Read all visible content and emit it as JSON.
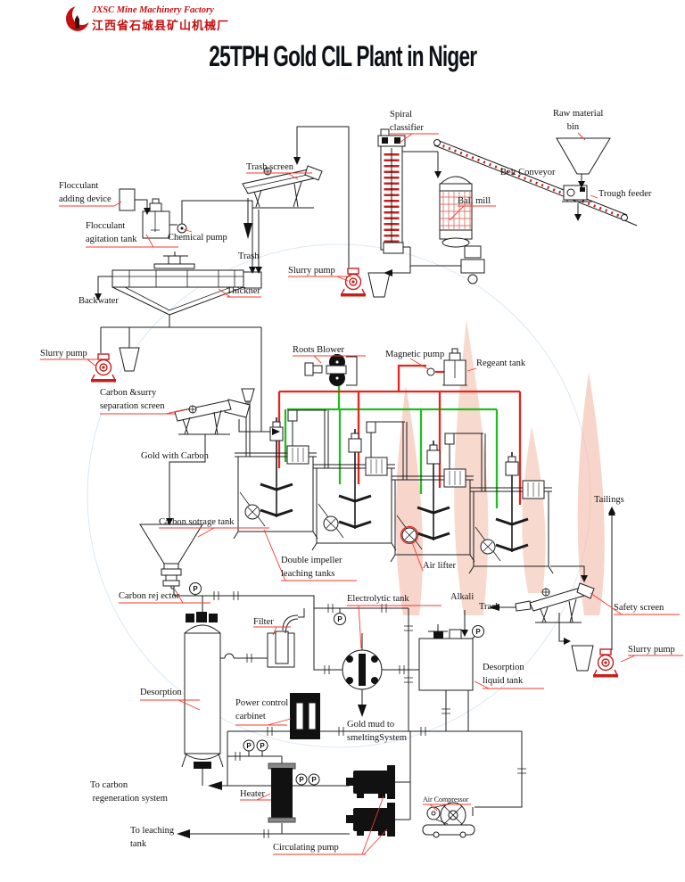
{
  "page": {
    "title_text": "25TPH Gold CIL Plant in Niger"
  },
  "logo": {
    "name_en": "JXSC Mine Machinery Factory",
    "name_cn": "江西省石城县矿山机械厂"
  },
  "gauge": {
    "letter": "P"
  },
  "colors": {
    "pipe_black": "#1c1c1c",
    "reagent_pipe_red": "#e8241c",
    "air_pipe_green": "#23bd23",
    "leader_red": "#f4392e",
    "equipment_red": "#c5201e",
    "logo_red": "#c50f0f",
    "title_color": "#0c1218",
    "watermark_blue": "#dce8f3",
    "watermark_flame": "#f0b2a0"
  },
  "labels": {
    "spiral_classifier": "Spiral\nclassifier",
    "raw_material_bin": "Raw material\n      bin",
    "trash_screen": "Trash screen",
    "belt_conveyor": "Belt Conveyor",
    "ball_mill": "Ball mill",
    "trough_feeder": "Trough feeder",
    "flocculant_adding_device": "Flocculant\nadding device",
    "flocculant_agitation_tank": "Flocculant\nagitation tank",
    "chemical_pump": "Chemical pump",
    "trash_top": "Trash",
    "slurry_pump_mill": "Slurry pump",
    "backwater": "Backwater",
    "thickener": "Thickner",
    "slurry_pump_thickener": "Slurry pump",
    "roots_blower": "Roots Blower",
    "magnetic_pump": "Magnetic pump",
    "regeant_tank": "Regeant tank",
    "carbon_slurry_screen": "Carbon &surry\nseparation screen",
    "gold_with_carbon": "Gold with Carbon",
    "tailings": "Tailings",
    "carbon_storage_tank": "Carbon sotrage tank",
    "leaching_tanks": "Double impeller\nleaching tanks",
    "air_lifter": "Air lifter",
    "carbon_rejector": "Carbon rej ector",
    "electrolytic_tank": "Electrolytic tank",
    "alkali": "Alkali",
    "trash_bottom": "Trash",
    "safety_screen": "Safety screen",
    "filter": "Filter",
    "slurry_pump_tailings": "Slurry pump",
    "desorption_liquid_tank": "Desorption\nliquid tank",
    "desorption_column": "Desorption",
    "power_control_cabinet": "Power control\ncarbinet",
    "gold_mud": "Gold mud to\nsmeltingSystem",
    "to_carbon_regeneration": "To carbon\n regeneration system",
    "heater": "Heater",
    "to_leaching_tank": "To leaching\ntank",
    "circulating_pump": "Circulating pump",
    "air_compressor": "Air Compressor"
  }
}
